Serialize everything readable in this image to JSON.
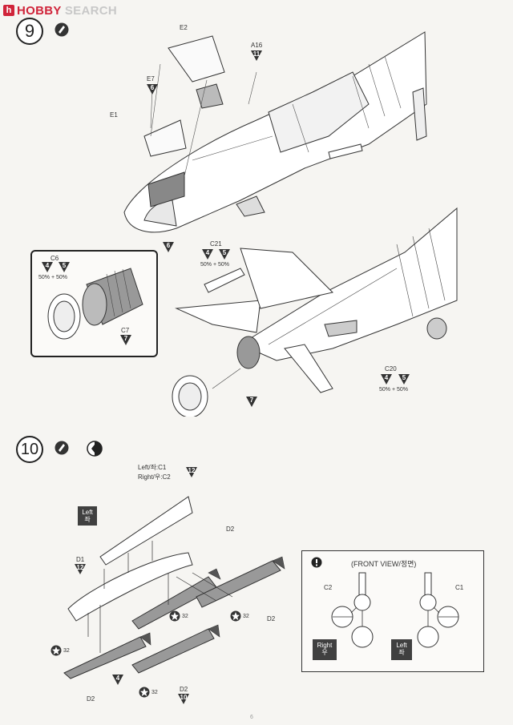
{
  "watermark": {
    "brand": "HOBBY",
    "suffix": " SEARCH"
  },
  "step9": {
    "number": "9",
    "labels": {
      "e2": "E2",
      "a16": "A16",
      "e7": "E7",
      "e1": "E1",
      "c21": "C21",
      "c20": "C20",
      "c6": "C6",
      "c7": "C7"
    },
    "mix": "50% + 50%",
    "codes": {
      "paint_a16": "11",
      "paint_e7": "6",
      "paint_cockpit": "6",
      "c6_a": "4",
      "c6_b": "5",
      "c7": "7",
      "c21_a": "4",
      "c21_b": "5",
      "c20_a": "4",
      "c20_b": "5",
      "exhaust": "7"
    }
  },
  "step10": {
    "number": "10",
    "labels": {
      "c_top_1": "Left/좌:C1",
      "c_top_2": "Right/우:C2",
      "d2_top": "D2",
      "d1": "D1",
      "d2_right": "D2",
      "d2_bl": "D2",
      "d2_bottom": "D2"
    },
    "left_tag": {
      "en": "Left",
      "ko": "좌"
    },
    "codes": {
      "c12": "12",
      "d1_12": "12",
      "d2_bottom": "10",
      "paint_4": "4"
    },
    "star_values": [
      "32",
      "32",
      "32",
      "32"
    ]
  },
  "front_view": {
    "title": "(FRONT VIEW/정면)",
    "c2": "C2",
    "c1": "C1",
    "right_tag": {
      "en": "Right",
      "ko": "우"
    },
    "left_tag": {
      "en": "Left",
      "ko": "좌"
    }
  },
  "footer": {
    "page_no": "6"
  }
}
